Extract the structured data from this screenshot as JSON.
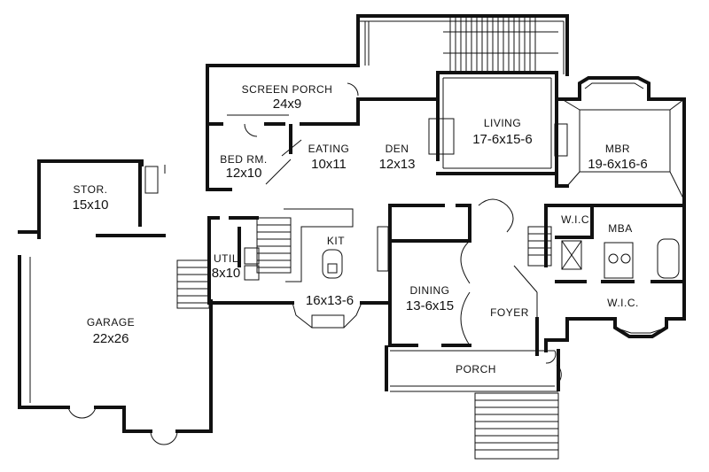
{
  "rooms": {
    "screen_porch": {
      "name": "SCREEN PORCH",
      "size": "24x9"
    },
    "bedroom": {
      "name": "BED RM.",
      "size": "12x10"
    },
    "eating": {
      "name": "EATING",
      "size": "10x11"
    },
    "den": {
      "name": "DEN",
      "size": "12x13"
    },
    "living": {
      "name": "LIVING",
      "size": "17-6x15-6"
    },
    "mbr": {
      "name": "MBR",
      "size": "19-6x16-6"
    },
    "storage": {
      "name": "STOR.",
      "size": "15x10"
    },
    "kitchen": {
      "name": "KIT",
      "size": "16x13-6"
    },
    "utility": {
      "name": "UTIL",
      "size": "8x10"
    },
    "wic_left": {
      "name": "W.I.C."
    },
    "mba": {
      "name": "MBA"
    },
    "wic_right": {
      "name": "W.I.C."
    },
    "garage": {
      "name": "GARAGE",
      "size": "22x26"
    },
    "dining": {
      "name": "DINING",
      "size": "13-6x15"
    },
    "foyer": {
      "name": "FOYER"
    },
    "porch": {
      "name": "PORCH"
    }
  }
}
